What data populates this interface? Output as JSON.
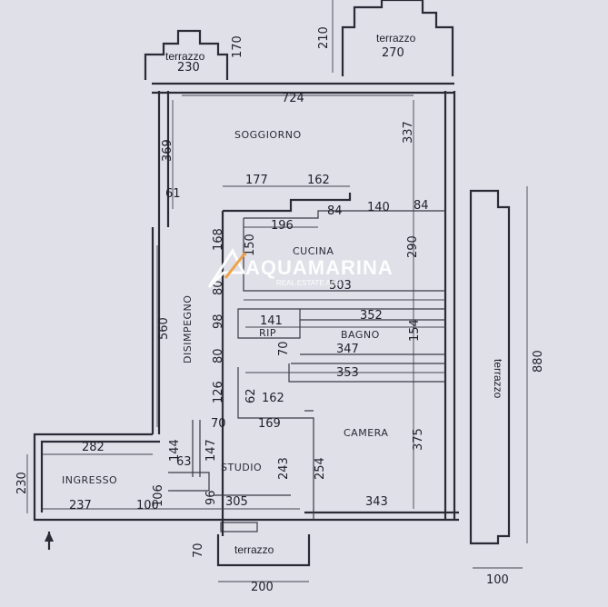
{
  "watermark": {
    "brand": "AQUAMARINA",
    "tagline": "REAL ESTATE AGE"
  },
  "rooms": {
    "soggiorno": "SOGGIORNO",
    "cucina": "CUCINA",
    "disimpegno": "DISIMPEGNO",
    "bagno": "BAGNO",
    "rip": "RIP",
    "camera": "CAMERA",
    "studio": "STUDIO",
    "ingresso": "INGRESSO",
    "terrazzo_top_left": "terrazzo",
    "terrazzo_top_right": "terrazzo",
    "terrazzo_right": "terrazzo",
    "terrazzo_bottom": "terrazzo"
  },
  "dimensions": {
    "t230": "230",
    "t170": "170",
    "t210": "210",
    "t270": "270",
    "d724": "724",
    "d369": "369",
    "d337": "337",
    "d177": "177",
    "d162a": "162",
    "d61": "61",
    "d196": "196",
    "d84a": "84",
    "d140": "140",
    "d84b": "84",
    "d168": "168",
    "d150": "150",
    "d290": "290",
    "d503": "503",
    "d80a": "80",
    "d141": "141",
    "d352": "352",
    "d98": "98",
    "d154": "154",
    "d560": "560",
    "d80b": "80",
    "d70a": "70",
    "d347": "347",
    "d353": "353",
    "d126": "126",
    "d62": "62",
    "d162b": "162",
    "d70b": "70",
    "d169": "169",
    "d375": "375",
    "d282": "282",
    "d144": "144",
    "d147": "147",
    "d63": "63",
    "d243": "243",
    "d254": "254",
    "d230": "230",
    "d106": "106",
    "d96": "96",
    "d237": "237",
    "d100a": "100",
    "d305": "305",
    "d343": "343",
    "d880": "880",
    "d70c": "70",
    "d200": "200",
    "d100b": "100"
  }
}
